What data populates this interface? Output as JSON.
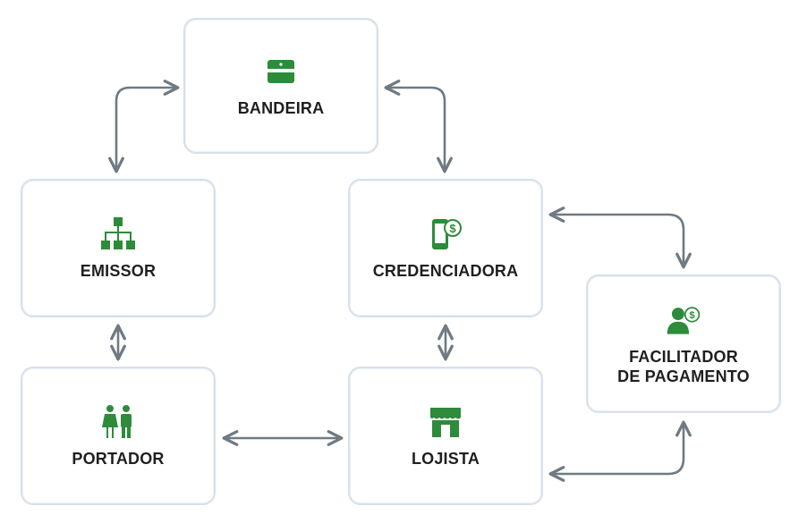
{
  "nodes": {
    "bandeira": {
      "label": "BANDEIRA",
      "icon": "card-icon"
    },
    "emissor": {
      "label": "EMISSOR",
      "icon": "hierarchy-icon"
    },
    "credenciadora": {
      "label": "CREDENCIADORA",
      "icon": "phone-payment-icon"
    },
    "facilitador": {
      "label_line1": "FACILITADOR",
      "label_line2": "DE PAGAMENTO",
      "icon": "person-money-icon"
    },
    "portador": {
      "label": "PORTADOR",
      "icon": "couple-icon"
    },
    "lojista": {
      "label": "LOJISTA",
      "icon": "storefront-icon"
    }
  },
  "colors": {
    "accent": "#2e8b3a",
    "border": "#d8e0e8",
    "arrow": "#6f7a82",
    "text": "#1f1f1f"
  }
}
